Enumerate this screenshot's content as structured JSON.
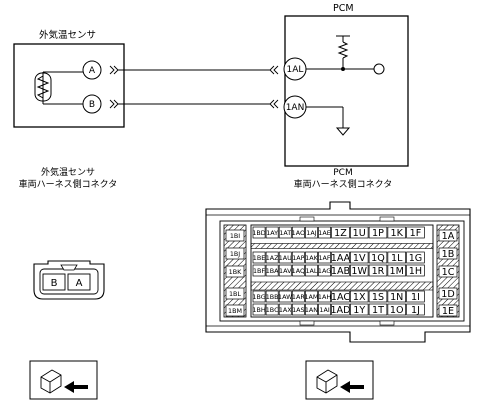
{
  "sensor": {
    "label": "外気温センサ",
    "terminals": [
      "A",
      "B"
    ]
  },
  "pcm": {
    "label": "PCM",
    "terminals": [
      "1AL",
      "1AN"
    ]
  },
  "captions": {
    "sensor_line1": "外気温センサ",
    "sensor_line2": "車両ハーネス側コネクタ",
    "pcm_line1": "PCM",
    "pcm_line2": "車両ハーネス側コネクタ"
  },
  "sensor_connector": {
    "pins": [
      "B",
      "A"
    ]
  },
  "pcm_connector": {
    "left_side": [
      "1BI",
      "1BJ",
      "1BK",
      "1BL",
      "1BM"
    ],
    "right_side": [
      "1A",
      "1B",
      "1C",
      "1D",
      "1E"
    ],
    "rows": [
      [
        "1BD",
        "1AY",
        "1AT",
        "1AO",
        "1AJ",
        "1AE",
        "1Z",
        "1U",
        "1P",
        "1K",
        "1F"
      ],
      [
        "1BE",
        "1AZ",
        "1AU",
        "1AP",
        "1AK",
        "1AF",
        "1AA",
        "1V",
        "1Q",
        "1L",
        "1G"
      ],
      [
        "1BF",
        "1BA",
        "1AV",
        "1AQ",
        "1AL",
        "1AG",
        "1AB",
        "1W",
        "1R",
        "1M",
        "1H"
      ],
      [
        "1BG",
        "1BB",
        "1AW",
        "1AR",
        "1AM",
        "1AH",
        "1AC",
        "1X",
        "1S",
        "1N",
        "1I"
      ],
      [
        "1BH",
        "1BC",
        "1AX",
        "1AS",
        "1AN",
        "1AI",
        "1AD",
        "1Y",
        "1T",
        "1O",
        "1J"
      ]
    ]
  }
}
